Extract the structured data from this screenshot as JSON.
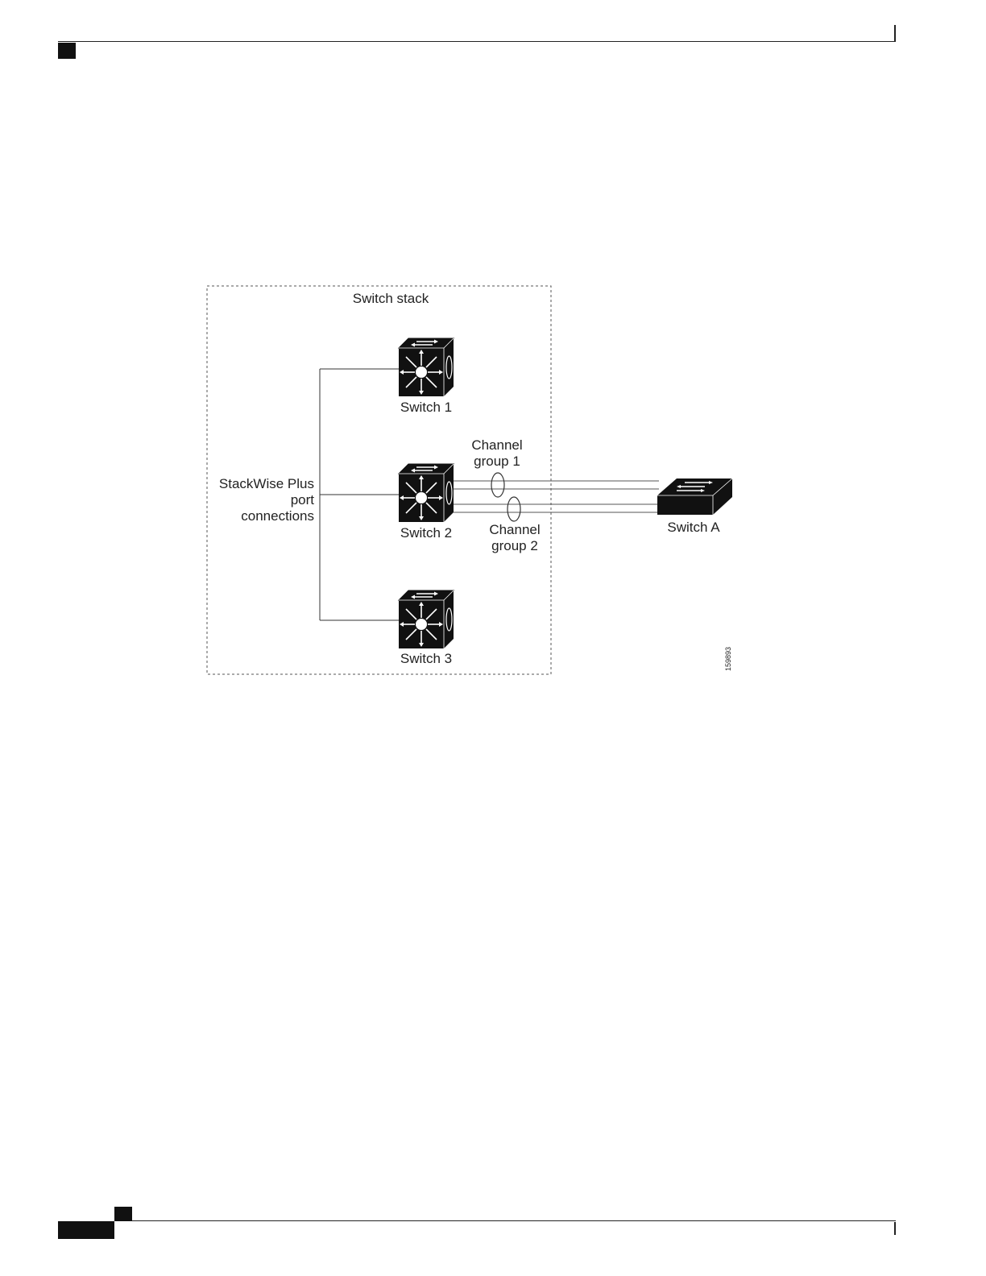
{
  "diagram": {
    "stack_label": "Switch stack",
    "switches": [
      "Switch 1",
      "Switch 2",
      "Switch 3"
    ],
    "stackwise_label": [
      "StackWise Plus",
      "port",
      "connections"
    ],
    "channel_group_1": [
      "Channel",
      "group 1"
    ],
    "channel_group_2": [
      "Channel",
      "group 2"
    ],
    "switch_a_label": "Switch A",
    "figure_id": "159893"
  }
}
